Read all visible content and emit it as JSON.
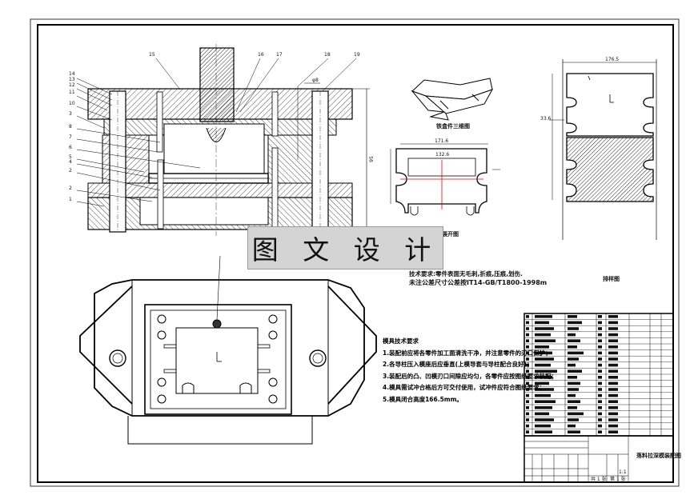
{
  "drawing": {
    "watermark": "图 文 设 计",
    "section_view": {
      "callouts_left": [
        "14",
        "13",
        "12",
        "11",
        "10",
        "3",
        "8",
        "7",
        "6",
        "5",
        "4",
        "2",
        "2",
        "1"
      ],
      "callouts_top": [
        "15",
        "16",
        "17",
        "18",
        "19"
      ],
      "dim_top": "φ8",
      "dim_right": "95"
    },
    "part_3d_label": "铁盒件三维图",
    "blank": {
      "dim_top": "171.6",
      "dim_inner": "132.6",
      "label": "展开图"
    },
    "strip": {
      "dim_top": "176.5",
      "dim_side": "33.6",
      "label": "排样图"
    },
    "tech_req": {
      "line1": "技术要求:零件表面无毛刺,折痕,压痕,划伤.",
      "line2": "未注公差尺寸公差按IT14-GB/T1800-1998m"
    },
    "notes": {
      "title": "模具技术要求",
      "items": [
        "1.装配前应将各零件加工面清洗干净，并注意零件的刃口保护；",
        "2.各导柱压入模座后应垂直(上模导套与导柱配合良好)；",
        "3.装配后的凸、凹模刃口间隙应均匀，各零件应按图纸要求装配；",
        "4.模具需试冲合格后方可交付使用，试冲件应符合图纸要求；",
        "5.模具闭合高度166.5mm。"
      ]
    },
    "title_block": {
      "drawing_name": "落料拉深模装配图",
      "scale": "1:1",
      "sheet_count": "共 1 张",
      "sheet_no": "第 1 张"
    }
  }
}
